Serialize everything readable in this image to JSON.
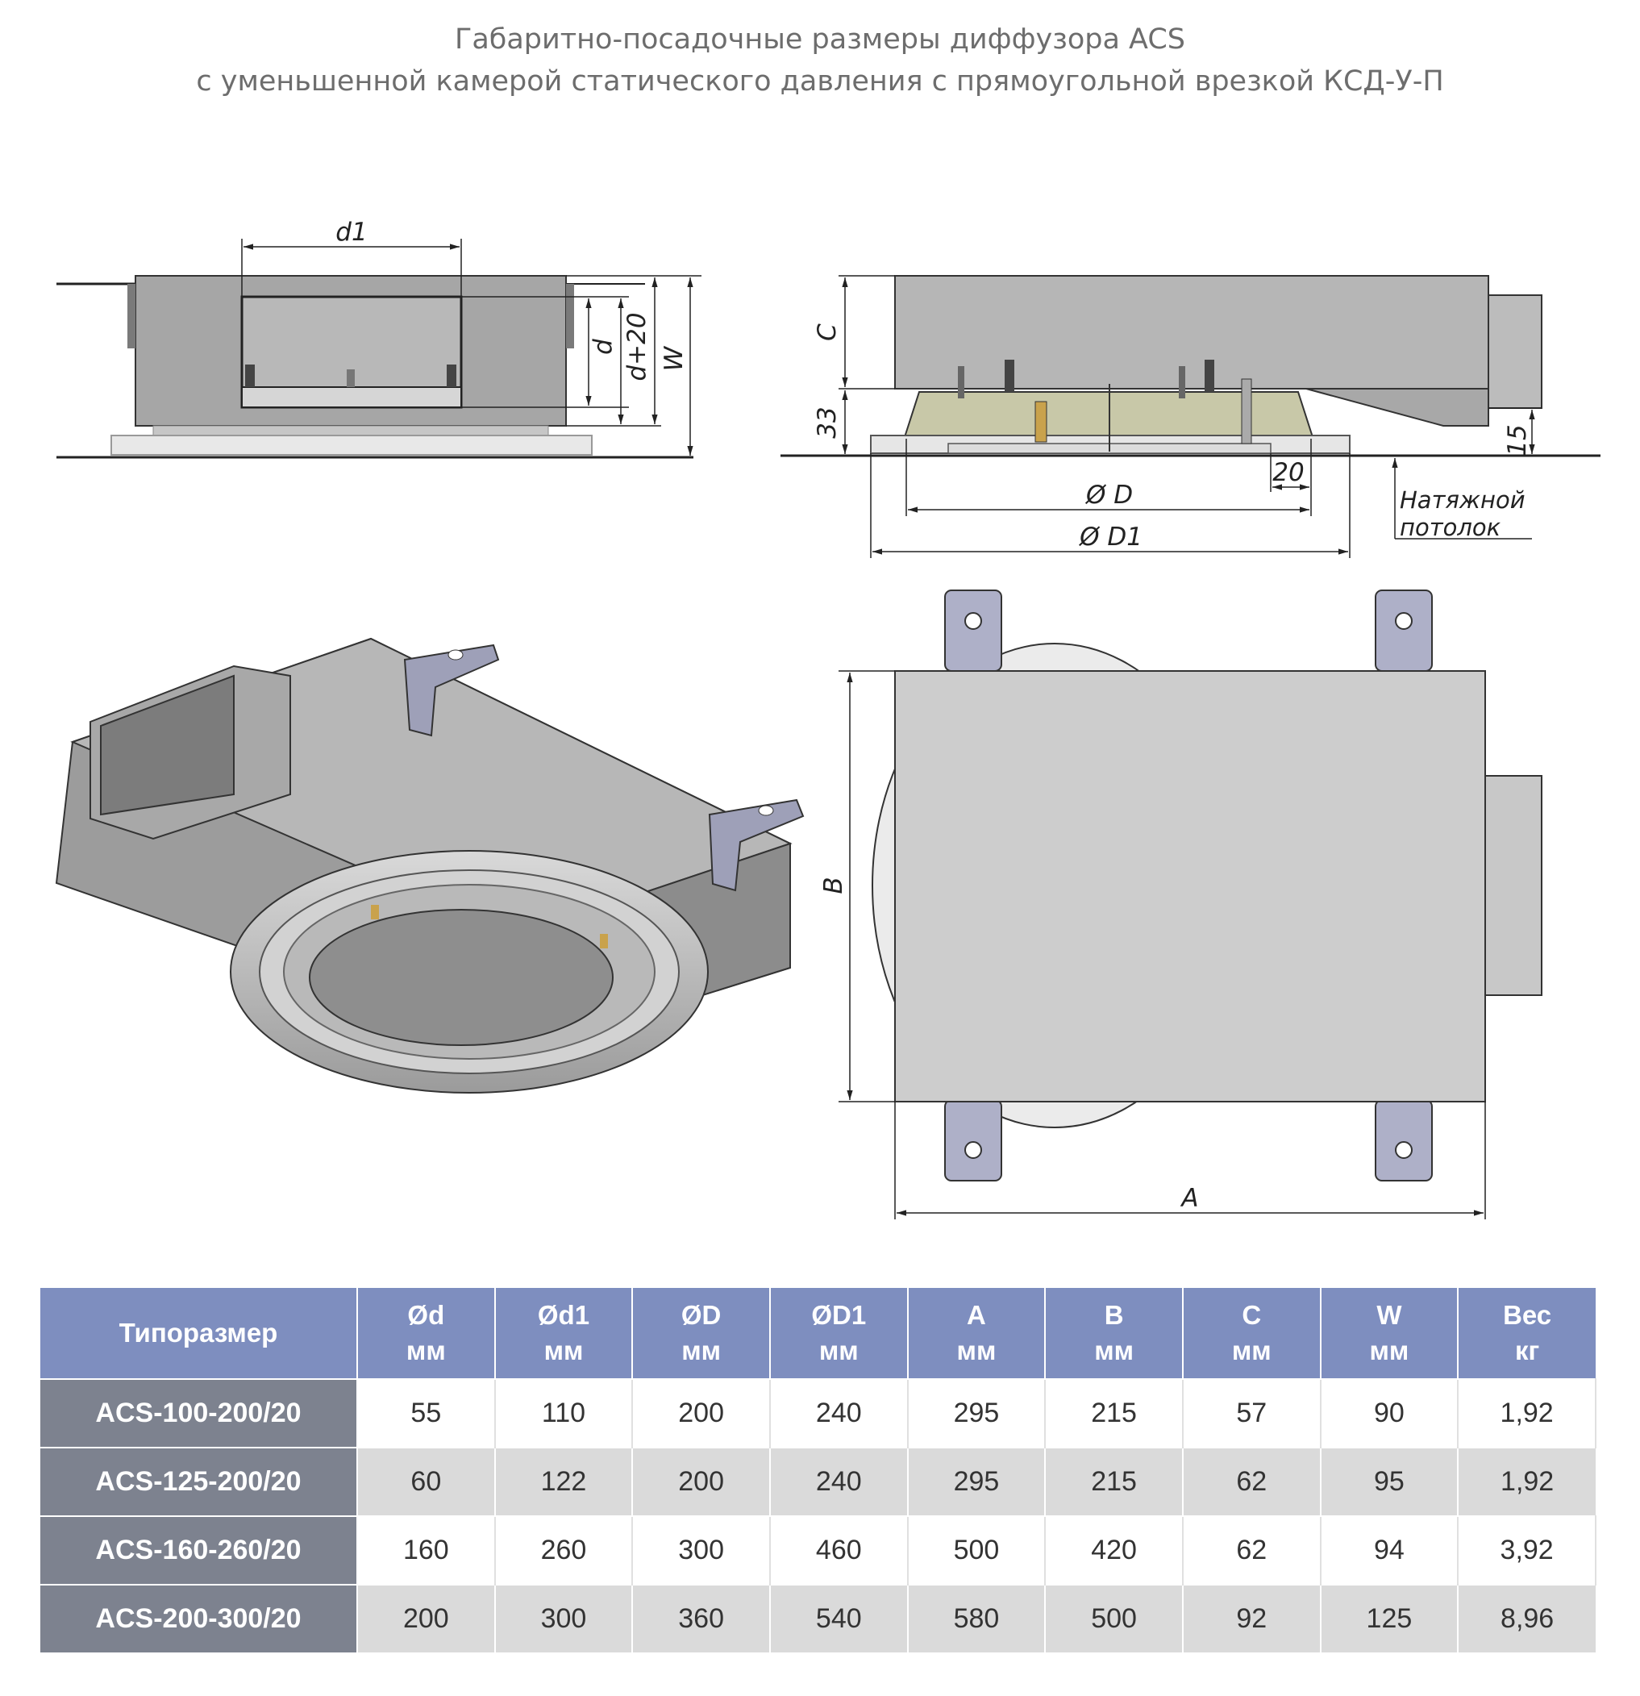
{
  "title": {
    "line1": "Габаритно-посадочные размеры диффузора ACS",
    "line2": "с уменьшенной камерой статического давления с прямоугольной врезкой КСД-У-П"
  },
  "front_view": {
    "d1": "d1",
    "d": "d",
    "d_plus_20": "d+20",
    "W": "W"
  },
  "side_view": {
    "C": "C",
    "dim_33": "33",
    "dim_15": "15",
    "dim_20": "20",
    "D": "Ø D",
    "D1": "Ø D1",
    "ceiling_label_1": "Натяжной",
    "ceiling_label_2": "потолок"
  },
  "top_view": {
    "A": "A",
    "B": "B"
  },
  "colors": {
    "header": "#7e8ebf",
    "row_label": "#7d828f",
    "row_alt": "#dadada",
    "metal": "#a9a9a9",
    "bracket": "#aeb0c8"
  },
  "table": {
    "headers": [
      {
        "l1": "Типоразмер",
        "l2": ""
      },
      {
        "l1": "Ød",
        "l2": "мм"
      },
      {
        "l1": "Ød1",
        "l2": "мм"
      },
      {
        "l1": "ØD",
        "l2": "мм"
      },
      {
        "l1": "ØD1",
        "l2": "мм"
      },
      {
        "l1": "A",
        "l2": "мм"
      },
      {
        "l1": "B",
        "l2": "мм"
      },
      {
        "l1": "C",
        "l2": "мм"
      },
      {
        "l1": "W",
        "l2": "мм"
      },
      {
        "l1": "Вес",
        "l2": "кг"
      }
    ],
    "rows": [
      {
        "name": "ACS-100-200/20",
        "values": [
          "55",
          "110",
          "200",
          "240",
          "295",
          "215",
          "57",
          "90",
          "1,92"
        ]
      },
      {
        "name": "ACS-125-200/20",
        "values": [
          "60",
          "122",
          "200",
          "240",
          "295",
          "215",
          "62",
          "95",
          "1,92"
        ]
      },
      {
        "name": "ACS-160-260/20",
        "values": [
          "160",
          "260",
          "300",
          "460",
          "500",
          "420",
          "62",
          "94",
          "3,92"
        ]
      },
      {
        "name": "ACS-200-300/20",
        "values": [
          "200",
          "300",
          "360",
          "540",
          "580",
          "500",
          "92",
          "125",
          "8,96"
        ]
      }
    ]
  }
}
